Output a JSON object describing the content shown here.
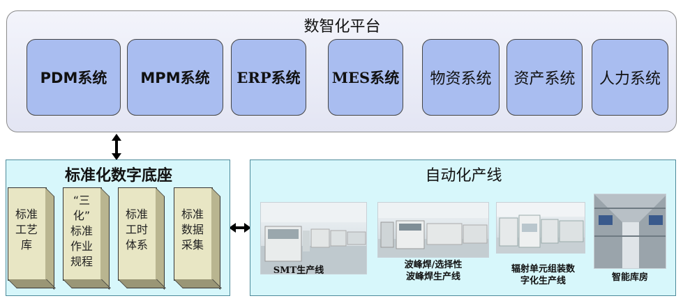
{
  "platform": {
    "title": "数智化平台",
    "systems": [
      {
        "label": "PDM系统"
      },
      {
        "label": "MPM系统"
      },
      {
        "label": "ERP系统"
      },
      {
        "label": "MES系统"
      },
      {
        "label": "物资系统"
      },
      {
        "label": "资产系统"
      },
      {
        "label": "人力系统"
      }
    ]
  },
  "digital_base": {
    "title": "标准化数字底座",
    "items": [
      {
        "label": "标准\n工艺\n库"
      },
      {
        "label": "“三\n化”\n标准\n作业\n规程"
      },
      {
        "label": "标准\n工时\n体系"
      },
      {
        "label": "标准\n数据\n采集"
      }
    ]
  },
  "production": {
    "title": "自动化产线",
    "lines": [
      {
        "caption": "SMT生产线"
      },
      {
        "caption": "波峰焊/选择性\n波峰焊生产线"
      },
      {
        "caption": "辐射单元组装数\n字化生产线"
      },
      {
        "caption": "智能库房"
      }
    ]
  },
  "colors": {
    "system_fill": "#a9bdf0",
    "panel_fill": "#d7f7fb",
    "box_fill": "#e8e6c4"
  }
}
